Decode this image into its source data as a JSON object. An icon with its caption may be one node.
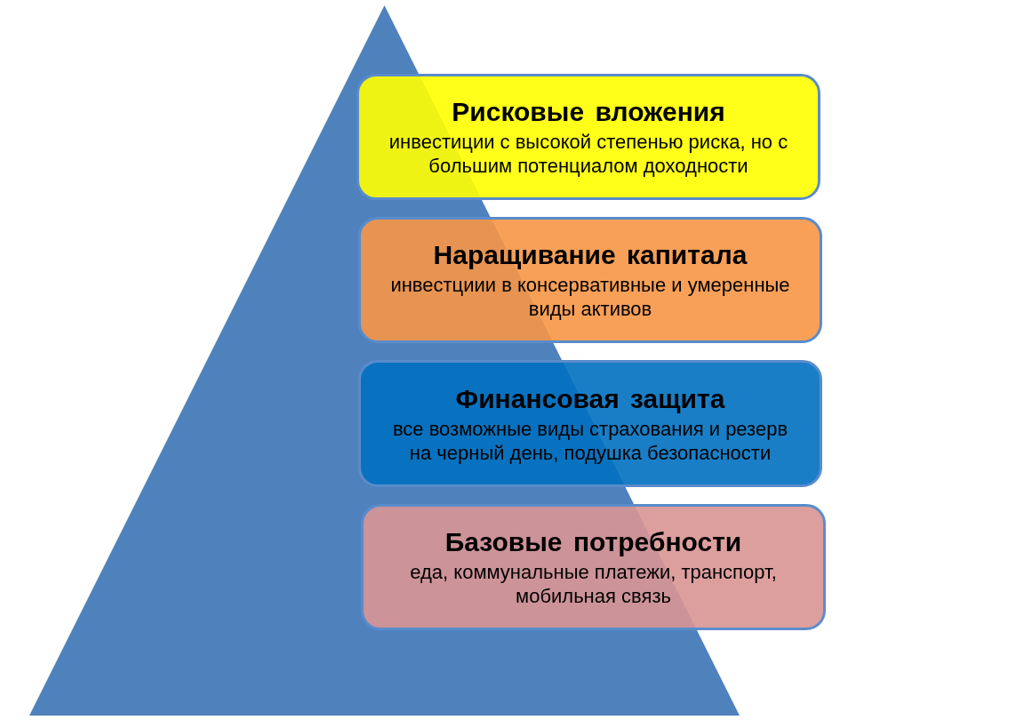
{
  "diagram": {
    "nodes": [
      {
        "text": [
          "Рисковые вложения",
          "инвестиции с высокой степенью риска, но с большим потенциалом доходности"
        ]
      },
      {
        "text": [
          "Наращивание капитала",
          "инвестциии в консервативные и умеренные виды активов"
        ]
      },
      {
        "text": [
          "Финансовая защита",
          "все возможные виды страхования и резерв на черный день, подушка безопасности"
        ]
      },
      {
        "text": [
          "Базовые потребности",
          "еда, коммунальные платежи, транспорт, мобильная связь"
        ]
      }
    ]
  }
}
